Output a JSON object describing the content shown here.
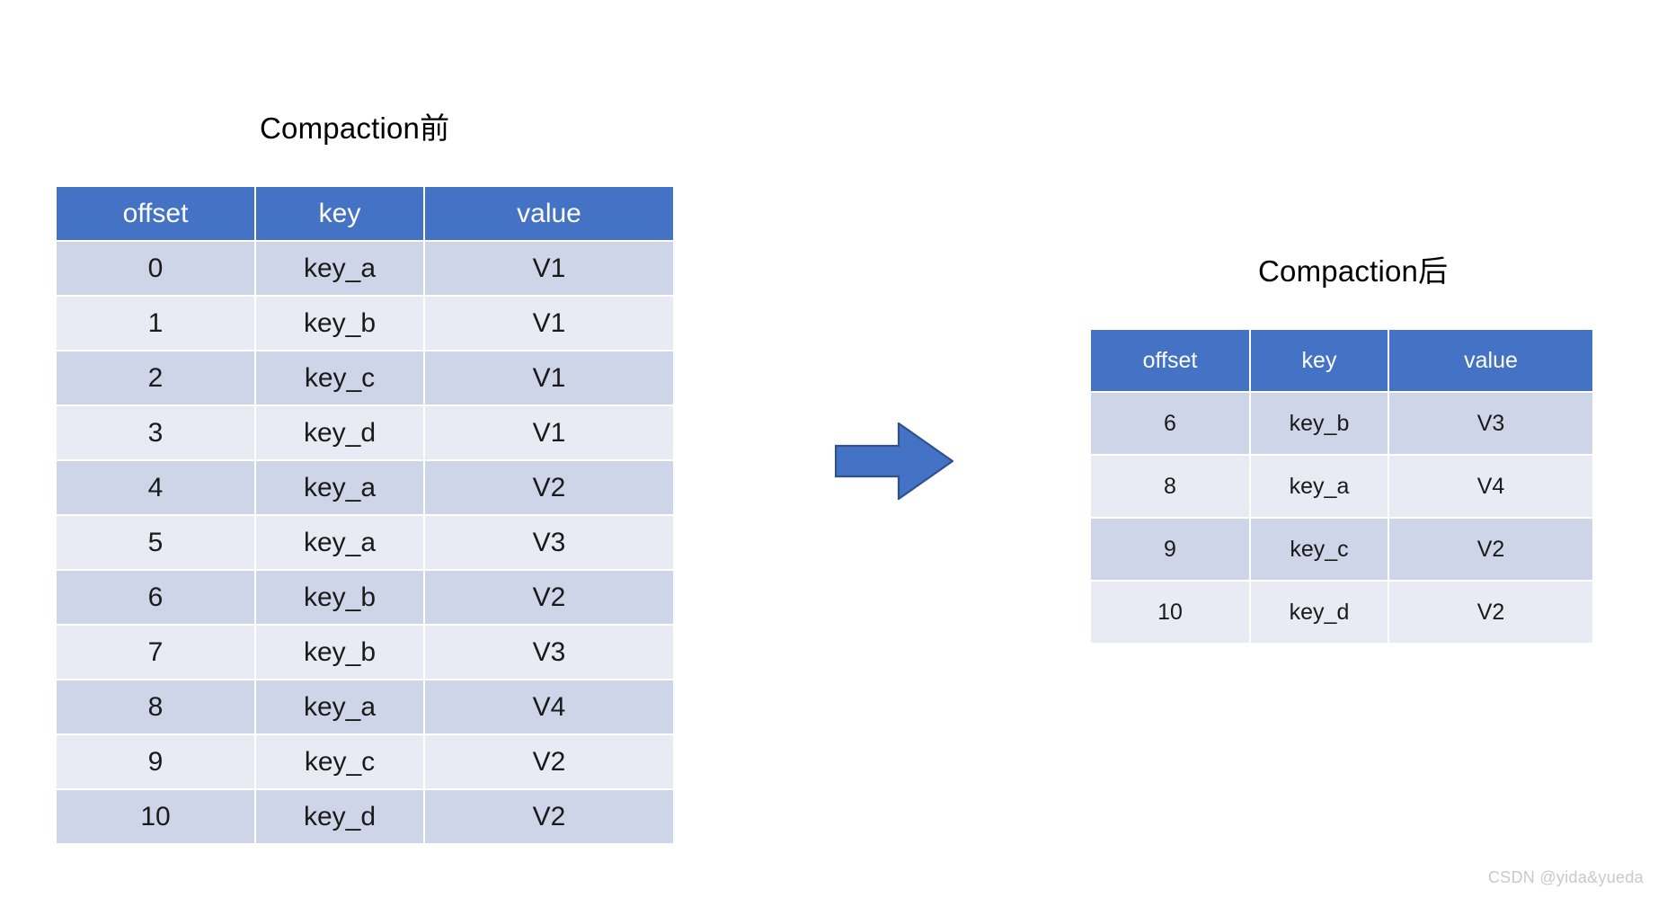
{
  "slide": {
    "background_color": "#FFFFFF",
    "watermark": "CSDN @yida&yueda"
  },
  "theme": {
    "header_blue": "#4472C4",
    "row_dark": "#CFD5E9",
    "row_light": "#E8EAF4",
    "arrow_fill": "#4472C4",
    "arrow_stroke": "#2F528F",
    "text_color": "#000000",
    "header_text_color": "#FFFFFF"
  },
  "before": {
    "title": "Compaction前",
    "columns": [
      "offset",
      "key",
      "value"
    ],
    "rows": [
      [
        "0",
        "key_a",
        "V1"
      ],
      [
        "1",
        "key_b",
        "V1"
      ],
      [
        "2",
        "key_c",
        "V1"
      ],
      [
        "3",
        "key_d",
        "V1"
      ],
      [
        "4",
        "key_a",
        "V2"
      ],
      [
        "5",
        "key_a",
        "V3"
      ],
      [
        "6",
        "key_b",
        "V2"
      ],
      [
        "7",
        "key_b",
        "V3"
      ],
      [
        "8",
        "key_a",
        "V4"
      ],
      [
        "9",
        "key_c",
        "V2"
      ],
      [
        "10",
        "key_d",
        "V2"
      ]
    ]
  },
  "after": {
    "title": "Compaction后",
    "columns": [
      "offset",
      "key",
      "value"
    ],
    "rows": [
      [
        "6",
        "key_b",
        "V3"
      ],
      [
        "8",
        "key_a",
        "V4"
      ],
      [
        "9",
        "key_c",
        "V2"
      ],
      [
        "10",
        "key_d",
        "V2"
      ]
    ]
  },
  "arrow": {
    "icon": "right-block-arrow-icon",
    "direction": "right"
  }
}
